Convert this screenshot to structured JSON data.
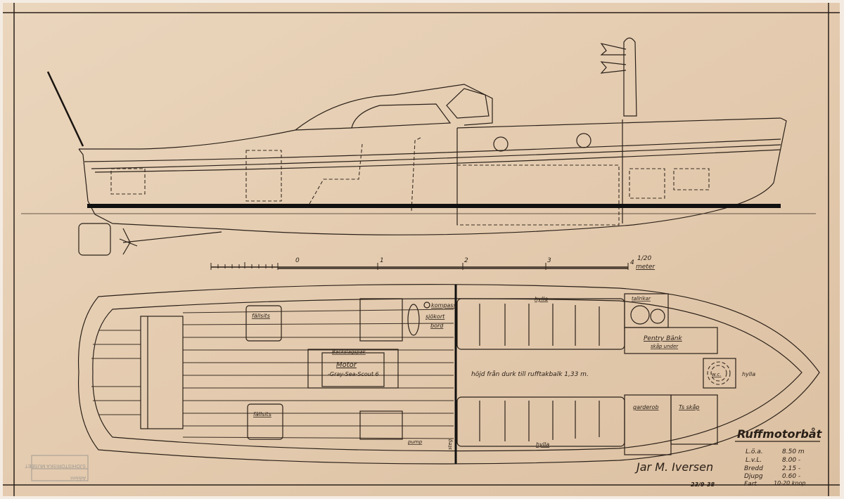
{
  "title": "Ruffmotorbåt",
  "specs": [
    {
      "label": "L.ö.a.",
      "value": "8.50 m"
    },
    {
      "label": "L.v.L.",
      "value": "8.00 -"
    },
    {
      "label": "Bredd",
      "value": "2.15 -"
    },
    {
      "label": "Djupg",
      "value": "0.60 -"
    },
    {
      "label": "Fart",
      "value": "10-20 knop"
    }
  ],
  "signature": "Jar M. Iversen",
  "date": "23/9-38",
  "scale": {
    "ratio": "1/20",
    "unit": "meter",
    "ticks": [
      "0",
      "1",
      "2",
      "3",
      "4"
    ]
  },
  "labels": {
    "fallsits_1": "fällsits",
    "fallsits_2": "fällsits",
    "kompass": "kompass",
    "sjokort": "sjökort",
    "bord": "bord",
    "backslag": "Backslagspak",
    "motor": "Motor",
    "motor_model": "-Gray-Sea-Scout 6",
    "hojd": "höjd från durk till rufftakbalk 1,33 m.",
    "hylla_top": "hylla",
    "hylla_bottom": "hylla",
    "hylla_bow": "hylla",
    "tallrikar": "tallrikar",
    "pentry": "Pentry Bänk",
    "skap_under": "skåp under",
    "wc": "w.c.",
    "garderob": "garderob",
    "ts_skap": "Ts skåp",
    "pump": "pump",
    "steg": "steg"
  },
  "stamp": {
    "line1": "SJÖHISTORISKA MUSEET",
    "line2": "Arkivnr."
  },
  "colors": {
    "paper": "#e6cfb4",
    "ink": "#2a2018"
  }
}
